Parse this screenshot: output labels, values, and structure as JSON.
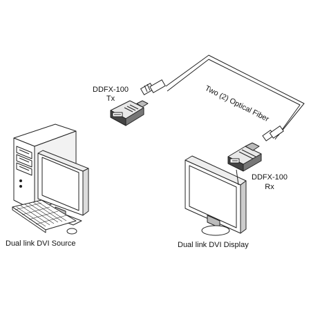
{
  "labels": {
    "tx_model": "DDFX-100",
    "tx_role": "Tx",
    "rx_model": "DDFX-100",
    "rx_role": "Rx",
    "fiber": "Two (2) Optical Fiber",
    "source": "Dual link DVI Source",
    "display": "Dual link DVI Display"
  }
}
